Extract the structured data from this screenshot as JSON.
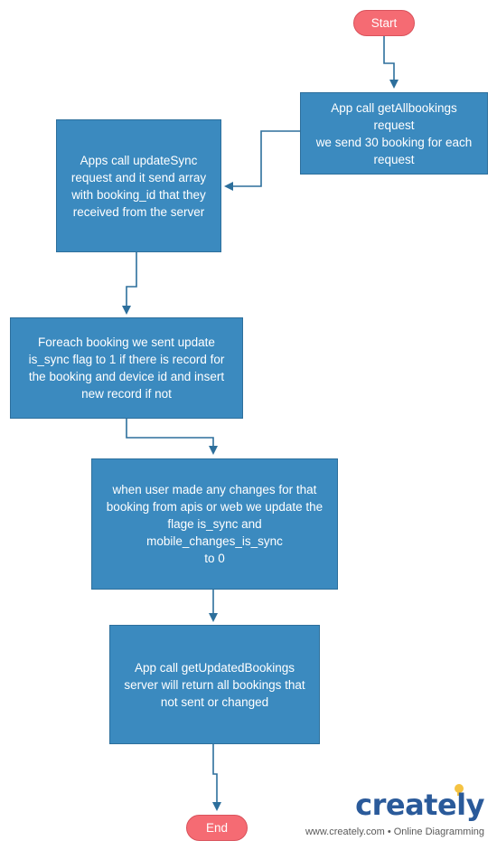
{
  "nodes": {
    "start": "Start",
    "get_all_bookings": "App call getAllbookings\nrequest\nwe send 30 booking for each\nrequest",
    "update_sync": "Apps call updateSync\nrequest and it send array\nwith booking_id that they\nreceived from the server",
    "foreach_booking": "Foreach booking we sent update\nis_sync flag to 1 if there is record for\nthe booking and device id and insert\nnew record if not",
    "user_changes": "when user made any changes for that\nbooking from apis or web we update the\nflage is_sync and mobile_changes_is_sync\nto 0",
    "get_updated_bookings": "App call getUpdatedBookings\nserver will return all bookings that\nnot sent or changed",
    "end": "End"
  },
  "brand": {
    "logo": "creately",
    "tagline": "www.creately.com • Online Diagramming"
  },
  "colors": {
    "process_fill": "#3b8abf",
    "terminal_fill": "#f56b73",
    "connector": "#2d6f9c",
    "brand_blue": "#2a5a9a",
    "bulb_yellow": "#f5c342"
  }
}
